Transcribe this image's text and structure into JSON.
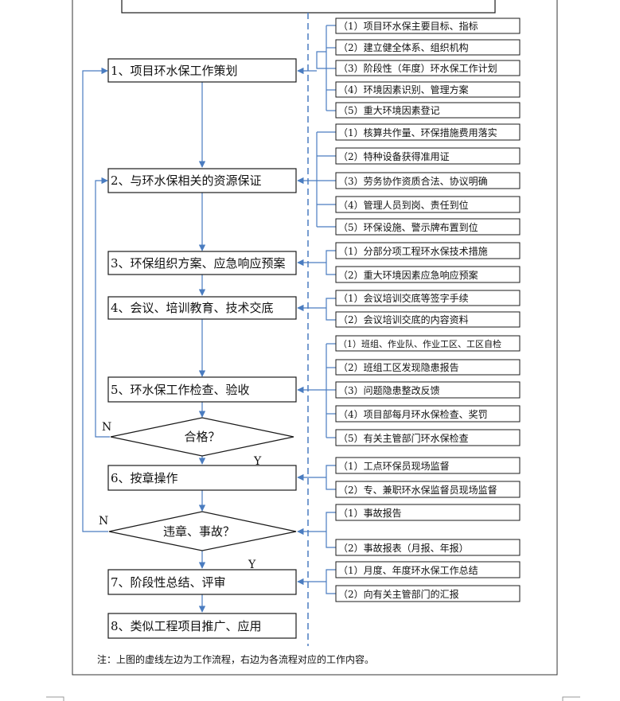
{
  "diagram": {
    "main_steps": [
      "1、项目环水保工作策划",
      "2、与环水保相关的资源保证",
      "3、环保组织方案、应急响应预案",
      "4、会议、培训教育、技术交底",
      "5、环水保工作检查、验收",
      "6、按章操作",
      "7、阶段性总结、评审",
      "8、类似工程项目推广、应用"
    ],
    "decisions": [
      "合格？",
      "违章、事故？"
    ],
    "yes_label": "Y",
    "no_label": "N",
    "side_items": {
      "step1": [
        "（1）项目环水保主要目标、指标",
        "（2）建立健全体系、组织机构",
        "（3）阶段性（年度）环水保工作计划",
        "（4）环境因素识别、管理方案",
        "（5）重大环境因素登记"
      ],
      "step2": [
        "（1）核算共作量、环保措施费用落实",
        "（2）特种设备获得准用证",
        "（3）劳务协作资质合法、协议明确",
        "（4）管理人员到岗、责任到位",
        "（5）环保设施、警示牌布置到位"
      ],
      "step3": [
        "（1）分部分项工程环水保技术措施",
        "（2）重大环境因素应急响应预案"
      ],
      "step4": [
        "（1）会议培训交底等签字手续",
        "（2）会议培训交底的内容资料"
      ],
      "step5": [
        "（1）班组、作业队、作业工区、工区自检",
        "（2）班组工区发现隐患报告",
        "（3）问题隐患整改反馈",
        "（4）项目部每月环水保检查、奖罚",
        "（5）有关主管部门环水保检查"
      ],
      "step6": [
        "（1）工点环保员现场监督",
        "（2）专、兼职环水保监督员现场监督"
      ],
      "accident": [
        "（1）事故报告",
        "（2）事故报表（月报、年报）"
      ],
      "step7": [
        "（1）月度、年度环水保工作总结",
        "（2）向有关主管部门的汇报"
      ]
    },
    "note": "注：上图的虚线左边为工作流程，右边为各流程对应的工作内容。"
  }
}
